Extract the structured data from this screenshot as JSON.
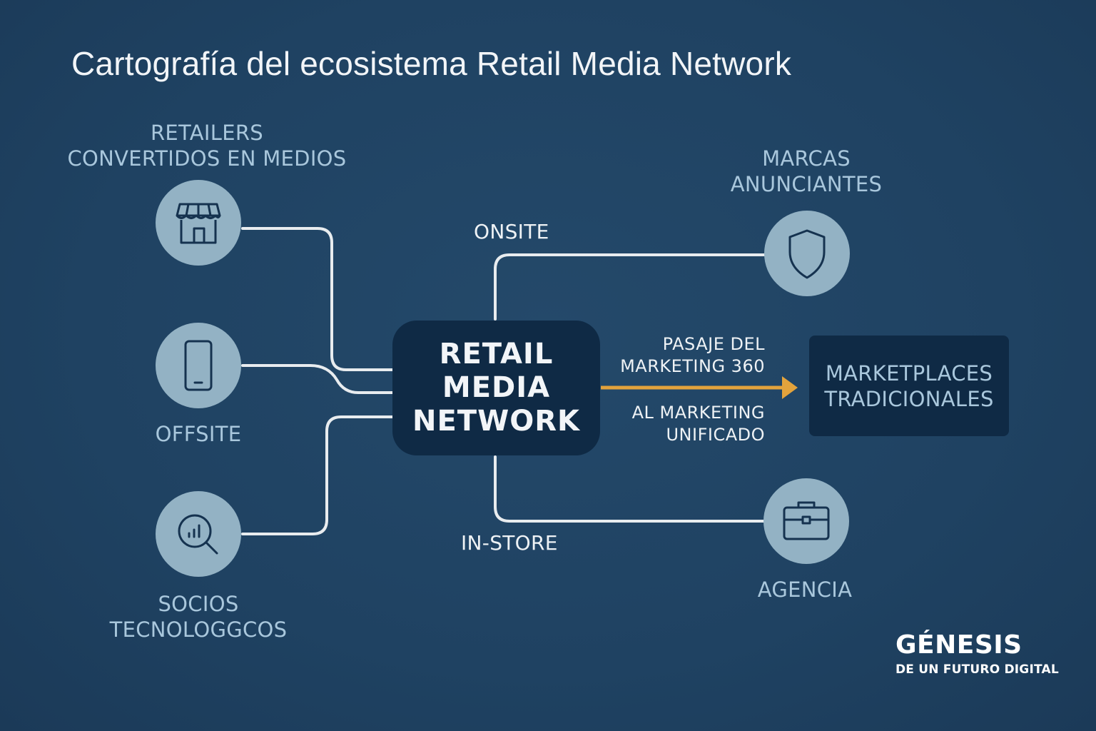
{
  "title": "Cartografía del ecosistema Retail Media Network",
  "hub": {
    "lines": [
      "RETAIL",
      "MEDIA",
      "NETWORK"
    ]
  },
  "nodes": {
    "retailers": {
      "lines": [
        "RETAILERS",
        "CONVERTIDOS EN MEDIOS"
      ],
      "icon": "storefront-icon"
    },
    "offsite": {
      "label": "OFFSITE",
      "icon": "smartphone-icon"
    },
    "socios": {
      "lines": [
        "SOCIOS",
        "TECNOLOGGCOS"
      ],
      "icon": "search-analytics-icon"
    },
    "marcas": {
      "lines": [
        "MARCAS",
        "ANUNCIANTES"
      ],
      "icon": "shield-icon"
    },
    "agencia": {
      "label": "AGENCIA",
      "icon": "briefcase-icon"
    }
  },
  "connectors": {
    "onsite": "ONSITE",
    "instore": "IN-STORE"
  },
  "transition": {
    "top_lines": [
      "PASAJE DEL",
      "MARKETING 360"
    ],
    "bottom_lines": [
      "AL MARKETING",
      "UNIFICADO"
    ],
    "arrow_color": "#e3a33c"
  },
  "marketplaces": {
    "lines": [
      "MARKETPLACES",
      "TRADICIONALES"
    ]
  },
  "brand": {
    "name": "GÉNESIS",
    "tagline": "DE UN FUTURO DIGITAL"
  },
  "colors": {
    "background": "#1f4262",
    "node_fill": "#93b2c4",
    "hub_fill": "#0f2a45",
    "connector": "#e8ecef",
    "label_text": "#a9c7dc"
  }
}
